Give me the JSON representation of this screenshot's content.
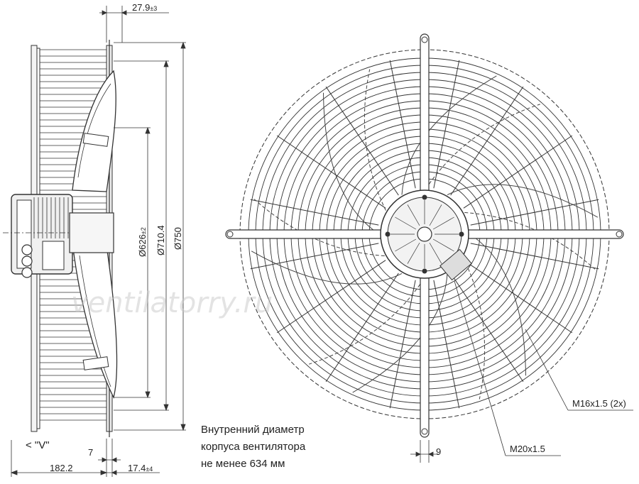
{
  "dimensions": {
    "top_offset": "27.9",
    "top_offset_tol": "±3",
    "d_inner": "Ø626",
    "d_inner_tol": "±2",
    "d_mid": "Ø710.4",
    "d_outer": "Ø750",
    "view_label": "< \"V\"",
    "bottom_gap": "7",
    "depth": "182.2",
    "flange": "17.4",
    "flange_tol": "±4",
    "bolt_gap": "9"
  },
  "callouts": {
    "m16": "M16x1.5 (2x)",
    "m20": "M20x1.5"
  },
  "note": {
    "line1": "Внутренний диаметр",
    "line2": "корпуса вентилятора",
    "line3": "не менее 634 мм"
  },
  "watermark": "ventilatorry.ru",
  "colors": {
    "line": "#333333",
    "blade": "#444444",
    "text": "#222222"
  }
}
